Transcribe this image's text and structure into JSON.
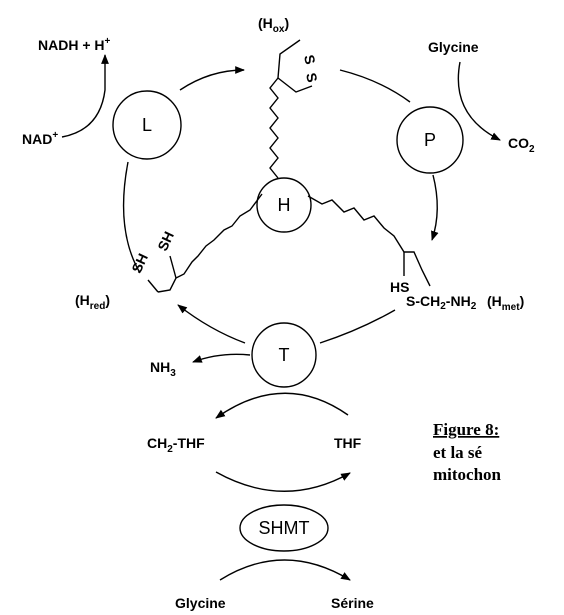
{
  "colors": {
    "ox": "#4040ff",
    "red": "#2e9e2e",
    "met": "#ff1010",
    "ink": "#000000"
  },
  "enzymes": {
    "L": "L",
    "P": "P",
    "H": "H",
    "T": "T",
    "SHMT": "SHMT"
  },
  "species": {
    "h_ox": {
      "main": "(H",
      "sub": "ox",
      "close": ")"
    },
    "h_red": {
      "main": "(H",
      "sub": "red",
      "close": ")"
    },
    "h_met": {
      "main": "(H",
      "sub": "met",
      "close": ")"
    }
  },
  "labels": {
    "nadh": "NADH + H",
    "nadh_sup": "+",
    "nad": "NAD",
    "nad_sup": "+",
    "glycine_top": "Glycine",
    "co2": "CO",
    "co2_sub": "2",
    "nh3": "NH",
    "nh3_sub": "3",
    "ch2thf_a": "CH",
    "ch2thf_sub": "2",
    "ch2thf_b": "-THF",
    "thf": "THF",
    "glycine_bottom": "Glycine",
    "serine": "Sérine",
    "s_ch2_a": "S-CH",
    "s_ch2_sub1": "2",
    "s_ch2_b": "-NH",
    "s_ch2_sub2": "2",
    "sh_1": "SH",
    "sh_2": "SH",
    "hs": "HS",
    "s_1": "S",
    "s_2": "S"
  },
  "caption": {
    "line1": "Figure 8:",
    "line2": "et la sé",
    "line3": "mitochon"
  }
}
